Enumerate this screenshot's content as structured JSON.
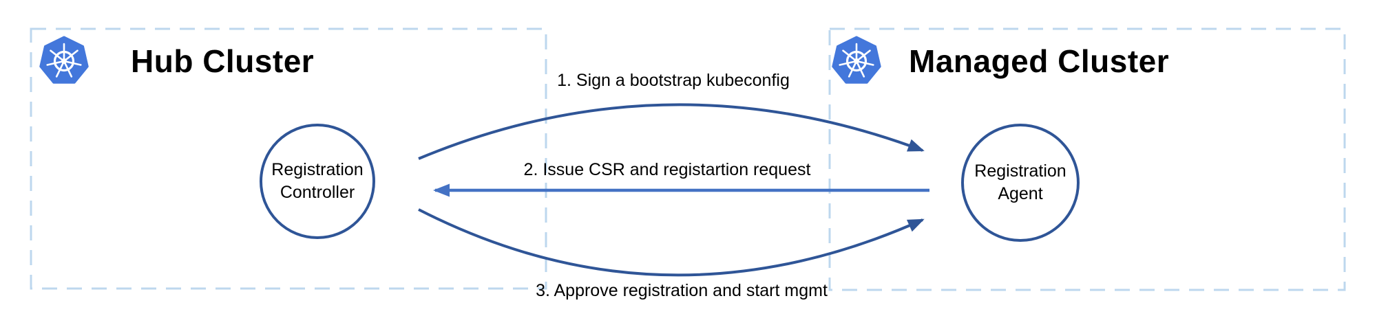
{
  "hub_cluster": {
    "title": "Hub Cluster",
    "icon": "kubernetes-logo",
    "node": {
      "line1": "Registration",
      "line2": "Controller"
    }
  },
  "managed_cluster": {
    "title": "Managed Cluster",
    "icon": "kubernetes-logo",
    "node": {
      "line1": "Registration",
      "line2": "Agent"
    }
  },
  "arrows": [
    {
      "step": "1",
      "label": "1. Sign a bootstrap kubeconfig",
      "from": "Registration Controller",
      "to": "Registration Agent",
      "shape": "arc-up"
    },
    {
      "step": "2",
      "label": "2. Issue CSR and registartion request",
      "from": "Registration Agent",
      "to": "Registration Controller",
      "shape": "straight"
    },
    {
      "step": "3",
      "label": "3. Approve registration and start mgmt",
      "from": "Registration Controller",
      "to": "Registration Agent",
      "shape": "arc-down"
    }
  ],
  "colors": {
    "background": "#FFFFFF",
    "box_border": "#BDD7EE",
    "node_border": "#2F5597",
    "arc_arrow": "#2F5597",
    "straight_arrow": "#4472C4",
    "kubernetes_blue": "#4377DB",
    "text": "#000000"
  }
}
